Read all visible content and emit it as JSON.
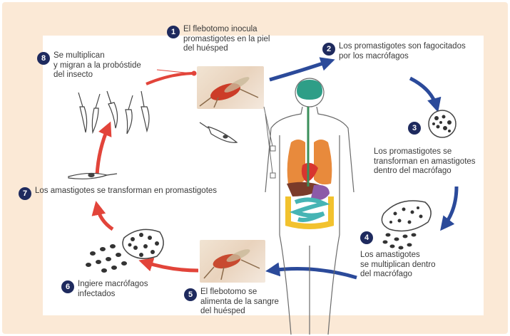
{
  "steps": [
    {
      "num": "1",
      "text": "El flebotomo inocula\npromastigotes en la piel\ndel huésped"
    },
    {
      "num": "2",
      "text": "Los promastigotes son fagocitados\npor los macrófagos"
    },
    {
      "num": "3",
      "text": "Los promastigotes se\ntransforman en amastigotes\ndentro del macrófago"
    },
    {
      "num": "4",
      "text": "Los amastigotes\nse multiplican dentro\ndel macrófago"
    },
    {
      "num": "5",
      "text": "El flebotomo se\nalimenta de la sangre\ndel huésped"
    },
    {
      "num": "6",
      "text": "Ingiere macrófagos\ninfectados"
    },
    {
      "num": "7",
      "text": "Los amastigotes se transforman en promastigotes"
    },
    {
      "num": "8",
      "text": "Se multiplican\ny migran a la probóstide\ndel insecto"
    }
  ],
  "colors": {
    "frame_bg": "#fbe9d6",
    "badge": "#1e2a5e",
    "arrow_blue": "#2b4a9a",
    "arrow_red": "#e2443a",
    "lungs": "#e88a3c",
    "intestine": "#46b4b4",
    "colon": "#f2c22e",
    "brain": "#2e9e87",
    "heart": "#d8352f"
  }
}
